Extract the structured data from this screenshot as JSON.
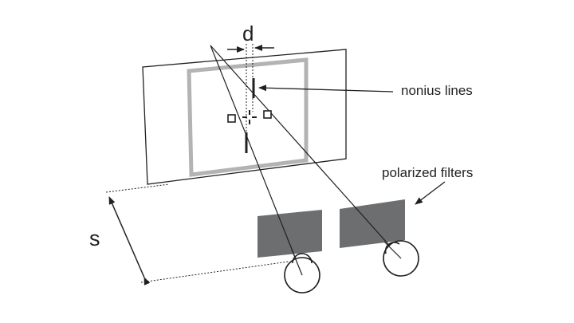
{
  "labels": {
    "d": "d",
    "nonius_lines": "nonius lines",
    "polarized_filters": "polarized filters",
    "s": "s"
  },
  "colors": {
    "stroke": "#231f20",
    "frame": "#b3b3b3",
    "filter": "#6d6e70",
    "background": "#ffffff"
  }
}
